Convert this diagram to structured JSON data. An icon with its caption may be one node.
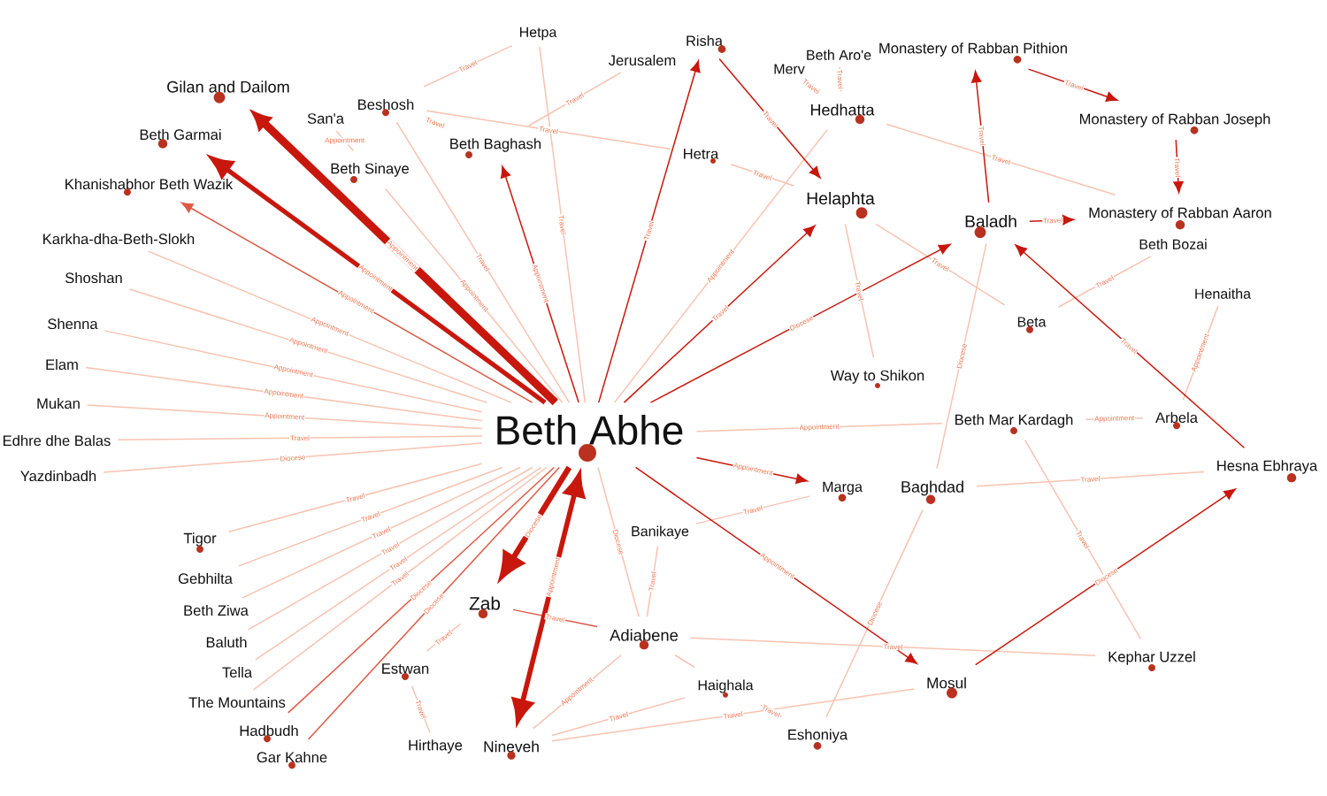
{
  "diagram": {
    "nodes": [
      {
        "text": [
          "Beth Abhe"
        ]
      },
      {
        "text": [
          "Gilan and Dailom"
        ]
      },
      {
        "text": [
          "Beth Garmai"
        ]
      },
      {
        "text": [
          "Khanishabhor Beth Wazik"
        ]
      },
      {
        "text": [
          "Karkha-dha-Beth-Slokh"
        ]
      },
      {
        "text": [
          "Shoshan"
        ]
      },
      {
        "text": [
          "Shenna"
        ]
      },
      {
        "text": [
          "Elam"
        ]
      },
      {
        "text": [
          "Mukan"
        ]
      },
      {
        "text": [
          "Edhre dhe Balas"
        ]
      },
      {
        "text": [
          "Yazdinbadh"
        ]
      },
      {
        "text": [
          "Tigor"
        ]
      },
      {
        "text": [
          "Gebhilta"
        ]
      },
      {
        "text": [
          "Beth Ziwa"
        ]
      },
      {
        "text": [
          "Baluth"
        ]
      },
      {
        "text": [
          "Tella"
        ]
      },
      {
        "text": [
          "The Mountains"
        ]
      },
      {
        "text": [
          "Hadbudh"
        ]
      },
      {
        "text": [
          "Gar Kahne"
        ]
      },
      {
        "text": [
          "Estwan"
        ]
      },
      {
        "text": [
          "Hirthaye"
        ]
      },
      {
        "text": [
          "Zab"
        ]
      },
      {
        "text": [
          "Nineveh"
        ]
      },
      {
        "text": [
          "Adiabene"
        ]
      },
      {
        "text": [
          "Banikaye"
        ]
      },
      {
        "text": [
          "Haighala"
        ]
      },
      {
        "text": [
          "Eshoniya"
        ]
      },
      {
        "text": [
          "Marga"
        ]
      },
      {
        "text": [
          "Baghdad"
        ]
      },
      {
        "text": [
          "Mosul"
        ]
      },
      {
        "text": [
          "Kephar Uzzel"
        ]
      },
      {
        "text": [
          "Hesna Ebhraya"
        ]
      },
      {
        "text": [
          "Arbela"
        ]
      },
      {
        "text": [
          "Beth Mar Kardagh"
        ]
      },
      {
        "text": [
          "Henaitha"
        ]
      },
      {
        "text": [
          "Beth Bozai"
        ]
      },
      {
        "text": [
          "Beta"
        ]
      },
      {
        "text": [
          "Way to Shikon"
        ]
      },
      {
        "text": [
          "Baladh"
        ]
      },
      {
        "text": [
          "Monastery of Rabban Aaron"
        ]
      },
      {
        "text": [
          "Monastery of Rabban Joseph"
        ]
      },
      {
        "text": [
          "Monastery of Rabban Pithion"
        ]
      },
      {
        "text": [
          "Helaphta"
        ]
      },
      {
        "text": [
          "Hedhatta"
        ]
      },
      {
        "text": [
          "Beth Aro'e"
        ]
      },
      {
        "text": [
          "Merv"
        ]
      },
      {
        "text": [
          "Risha"
        ]
      },
      {
        "text": [
          "Hetra"
        ]
      },
      {
        "text": [
          "Jerusalem"
        ]
      },
      {
        "text": [
          "Hetpa"
        ]
      },
      {
        "text": [
          "Beth Baghash"
        ]
      },
      {
        "text": [
          "Beshosh"
        ]
      },
      {
        "text": [
          "San'a"
        ]
      },
      {
        "text": [
          "Beth Sinaye"
        ]
      }
    ],
    "edges": [
      {
        "from": 0,
        "to": 1,
        "arrow": "to",
        "label": "Appointment",
        "style": "thick",
        "color": "#c8170d"
      },
      {
        "from": 0,
        "to": 2,
        "arrow": "to",
        "label": "Appointment",
        "style": "thick",
        "color": "#c8170d"
      },
      {
        "from": 0,
        "to": 3,
        "arrow": "to",
        "label": "Appointment",
        "color": "#dd5a46"
      },
      {
        "from": 0,
        "to": 4,
        "arrow": "none",
        "label": "Appointment"
      },
      {
        "from": 0,
        "to": 5,
        "arrow": "none",
        "label": "Appointment"
      },
      {
        "from": 0,
        "to": 6,
        "arrow": "none",
        "label": "Appointment"
      },
      {
        "from": 0,
        "to": 7,
        "arrow": "none",
        "label": "Appointment"
      },
      {
        "from": 0,
        "to": 8,
        "arrow": "none",
        "label": "Appointment"
      },
      {
        "from": 0,
        "to": 9,
        "arrow": "none",
        "label": "Travel"
      },
      {
        "from": 0,
        "to": 10,
        "arrow": "none",
        "label": "Diocese"
      },
      {
        "from": 0,
        "to": 11,
        "arrow": "none",
        "label": "Travel"
      },
      {
        "from": 0,
        "to": 12,
        "arrow": "none",
        "label": "Travel"
      },
      {
        "from": 0,
        "to": 13,
        "arrow": "none",
        "label": "Travel"
      },
      {
        "from": 0,
        "to": 14,
        "arrow": "none",
        "label": "Travel"
      },
      {
        "from": 0,
        "to": 15,
        "arrow": "none",
        "label": "Travel"
      },
      {
        "from": 0,
        "to": 16,
        "arrow": "none",
        "label": "Travel"
      },
      {
        "from": 0,
        "to": 17,
        "arrow": "none",
        "label": "Diocese",
        "color": "#dd5a46"
      },
      {
        "from": 0,
        "to": 18,
        "arrow": "none",
        "label": "Diocese",
        "color": "#dd5a46"
      },
      {
        "from": 19,
        "to": 21,
        "arrow": "none",
        "label": "Travel"
      },
      {
        "from": 19,
        "to": 20,
        "arrow": "none",
        "label": "Travel"
      },
      {
        "from": 0,
        "to": 21,
        "arrow": "to",
        "label": "Diocese",
        "style": "thick",
        "color": "#c8170d"
      },
      {
        "from": 0,
        "to": 22,
        "arrow": "both",
        "label": "Appointment",
        "style": "thick",
        "color": "#c8170d"
      },
      {
        "from": 23,
        "to": 21,
        "arrow": "none",
        "label": "Travel",
        "color": "#dd5a46"
      },
      {
        "from": 0,
        "to": 23,
        "arrow": "none",
        "label": "Diocese"
      },
      {
        "from": 24,
        "to": 23,
        "arrow": "none",
        "label": "Travel"
      },
      {
        "from": 22,
        "to": 23,
        "arrow": "none",
        "label": "Appointment"
      },
      {
        "from": 22,
        "to": 25,
        "arrow": "none",
        "label": "Travel"
      },
      {
        "from": 22,
        "to": 29,
        "arrow": "none",
        "label": "Travel"
      },
      {
        "from": 23,
        "to": 25,
        "arrow": "none"
      },
      {
        "from": 25,
        "to": 26,
        "arrow": "none",
        "label": "Travel"
      },
      {
        "from": 23,
        "to": 30,
        "arrow": "none",
        "label": "Travel"
      },
      {
        "from": 24,
        "to": 27,
        "arrow": "none",
        "label": "Travel"
      },
      {
        "from": 0,
        "to": 27,
        "arrow": "to",
        "label": "Appointment",
        "color": "#c8170d"
      },
      {
        "from": 0,
        "to": 29,
        "arrow": "to",
        "label": "Appointment",
        "color": "#c8170d"
      },
      {
        "from": 29,
        "to": 31,
        "arrow": "to",
        "label": "Diocese",
        "color": "#c8170d"
      },
      {
        "from": 28,
        "to": 26,
        "arrow": "none",
        "label": "Diocese"
      },
      {
        "from": 28,
        "to": 31,
        "arrow": "none",
        "label": "Travel"
      },
      {
        "from": 0,
        "to": 33,
        "arrow": "none",
        "label": "Appointment"
      },
      {
        "from": 33,
        "to": 32,
        "arrow": "none",
        "label": "Appointment"
      },
      {
        "from": 33,
        "to": 30,
        "arrow": "none",
        "label": "Travel"
      },
      {
        "from": 34,
        "to": 32,
        "arrow": "none",
        "label": "Appointment"
      },
      {
        "from": 31,
        "to": 38,
        "arrow": "to",
        "label": "Travel",
        "color": "#c8170d"
      },
      {
        "from": 38,
        "to": 28,
        "arrow": "none",
        "label": "Diocese"
      },
      {
        "from": 0,
        "to": 38,
        "arrow": "to",
        "label": "Diocese",
        "color": "#c8170d"
      },
      {
        "from": 38,
        "to": 41,
        "arrow": "to",
        "label": "Travel",
        "color": "#c8170d"
      },
      {
        "from": 41,
        "to": 40,
        "arrow": "to",
        "label": "Travel",
        "color": "#c8170d"
      },
      {
        "from": 40,
        "to": 39,
        "arrow": "to",
        "label": "Travel",
        "color": "#c8170d"
      },
      {
        "from": 38,
        "to": 39,
        "arrow": "to",
        "label": "Travel",
        "color": "#c8170d"
      },
      {
        "from": 43,
        "to": 39,
        "arrow": "none",
        "label": "Travel"
      },
      {
        "from": 42,
        "to": 36,
        "arrow": "none",
        "label": "Travel"
      },
      {
        "from": 36,
        "to": 35,
        "arrow": "none",
        "label": "Travel"
      },
      {
        "from": 42,
        "to": 37,
        "arrow": "none",
        "label": "Travel"
      },
      {
        "from": 0,
        "to": 42,
        "arrow": "to",
        "label": "Travel",
        "color": "#c8170d"
      },
      {
        "from": 46,
        "to": 42,
        "arrow": "to",
        "label": "Travel",
        "color": "#c8170d"
      },
      {
        "from": 0,
        "to": 46,
        "arrow": "to",
        "label": "Travel",
        "color": "#c8170d"
      },
      {
        "from": 0,
        "to": 43,
        "arrow": "none",
        "label": "Appointment"
      },
      {
        "from": 45,
        "to": 43,
        "arrow": "none",
        "label": "Travel"
      },
      {
        "from": 44,
        "to": 43,
        "arrow": "none",
        "label": "Travel"
      },
      {
        "from": 47,
        "to": 42,
        "arrow": "none",
        "label": "Travel"
      },
      {
        "from": 51,
        "to": 47,
        "arrow": "none",
        "label": "Travel"
      },
      {
        "from": 0,
        "to": 50,
        "arrow": "to",
        "label": "Appointment",
        "color": "#c8170d"
      },
      {
        "from": 0,
        "to": 49,
        "arrow": "none",
        "label": "Travel"
      },
      {
        "from": 51,
        "to": 49,
        "arrow": "none",
        "label": "Travel"
      },
      {
        "from": 51,
        "to": 50,
        "arrow": "none",
        "label": "Travel"
      },
      {
        "from": 48,
        "to": 50,
        "arrow": "none",
        "label": "Travel"
      },
      {
        "from": 0,
        "to": 51,
        "arrow": "none",
        "label": "Travel"
      },
      {
        "from": 0,
        "to": 53,
        "arrow": "none",
        "label": "Appointment"
      },
      {
        "from": 52,
        "to": 53,
        "arrow": "none",
        "label": "Appointment"
      }
    ]
  }
}
